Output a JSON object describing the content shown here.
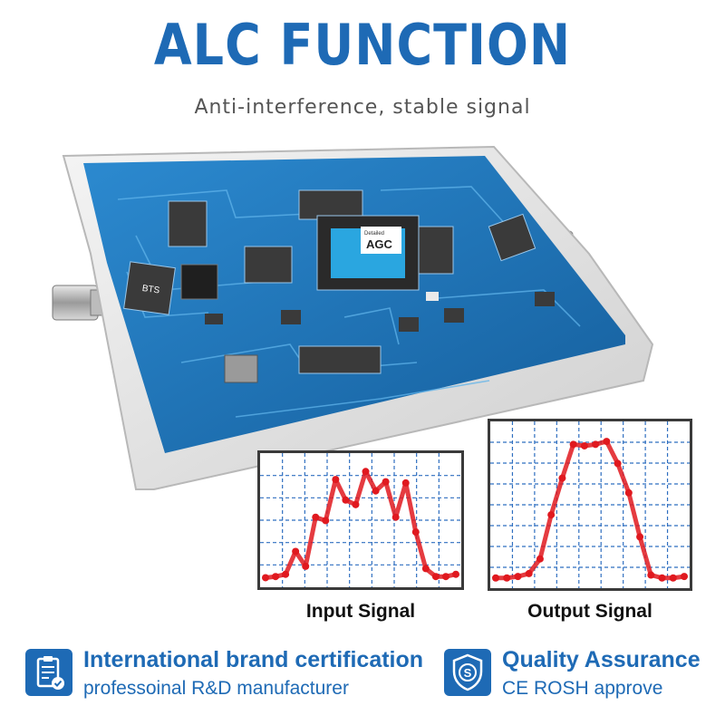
{
  "header": {
    "title": "ALC FUNCTION",
    "subtitle": "Anti-interference, stable signal"
  },
  "board": {
    "chip_brand": "Detailed",
    "chip_label": "AGC",
    "bts_label": "BTS"
  },
  "charts": [
    {
      "label": "Input Signal",
      "line_color": "#e0191f",
      "grid_color": "#2f6fc0",
      "values": [
        0.02,
        0.03,
        0.05,
        0.25,
        0.12,
        0.55,
        0.52,
        0.88,
        0.7,
        0.66,
        0.95,
        0.78,
        0.86,
        0.55,
        0.85,
        0.42,
        0.1,
        0.03,
        0.03,
        0.05
      ]
    },
    {
      "label": "Output Signal",
      "line_color": "#e0191f",
      "grid_color": "#2f6fc0",
      "values": [
        0.02,
        0.02,
        0.03,
        0.05,
        0.15,
        0.45,
        0.7,
        0.93,
        0.92,
        0.93,
        0.95,
        0.8,
        0.6,
        0.3,
        0.04,
        0.02,
        0.02,
        0.03
      ]
    }
  ],
  "footer": {
    "left": {
      "icon": "clipboard-check-icon",
      "title": "International brand certification",
      "subtitle": "professoinal R&D manufacturer"
    },
    "right": {
      "icon": "shield-icon",
      "title": "Quality Assurance",
      "subtitle": "CE ROSH approve"
    }
  },
  "colors": {
    "brand_blue": "#1e6ab5",
    "board_blue": "#1b6fb0",
    "signal_red": "#e0191f"
  }
}
